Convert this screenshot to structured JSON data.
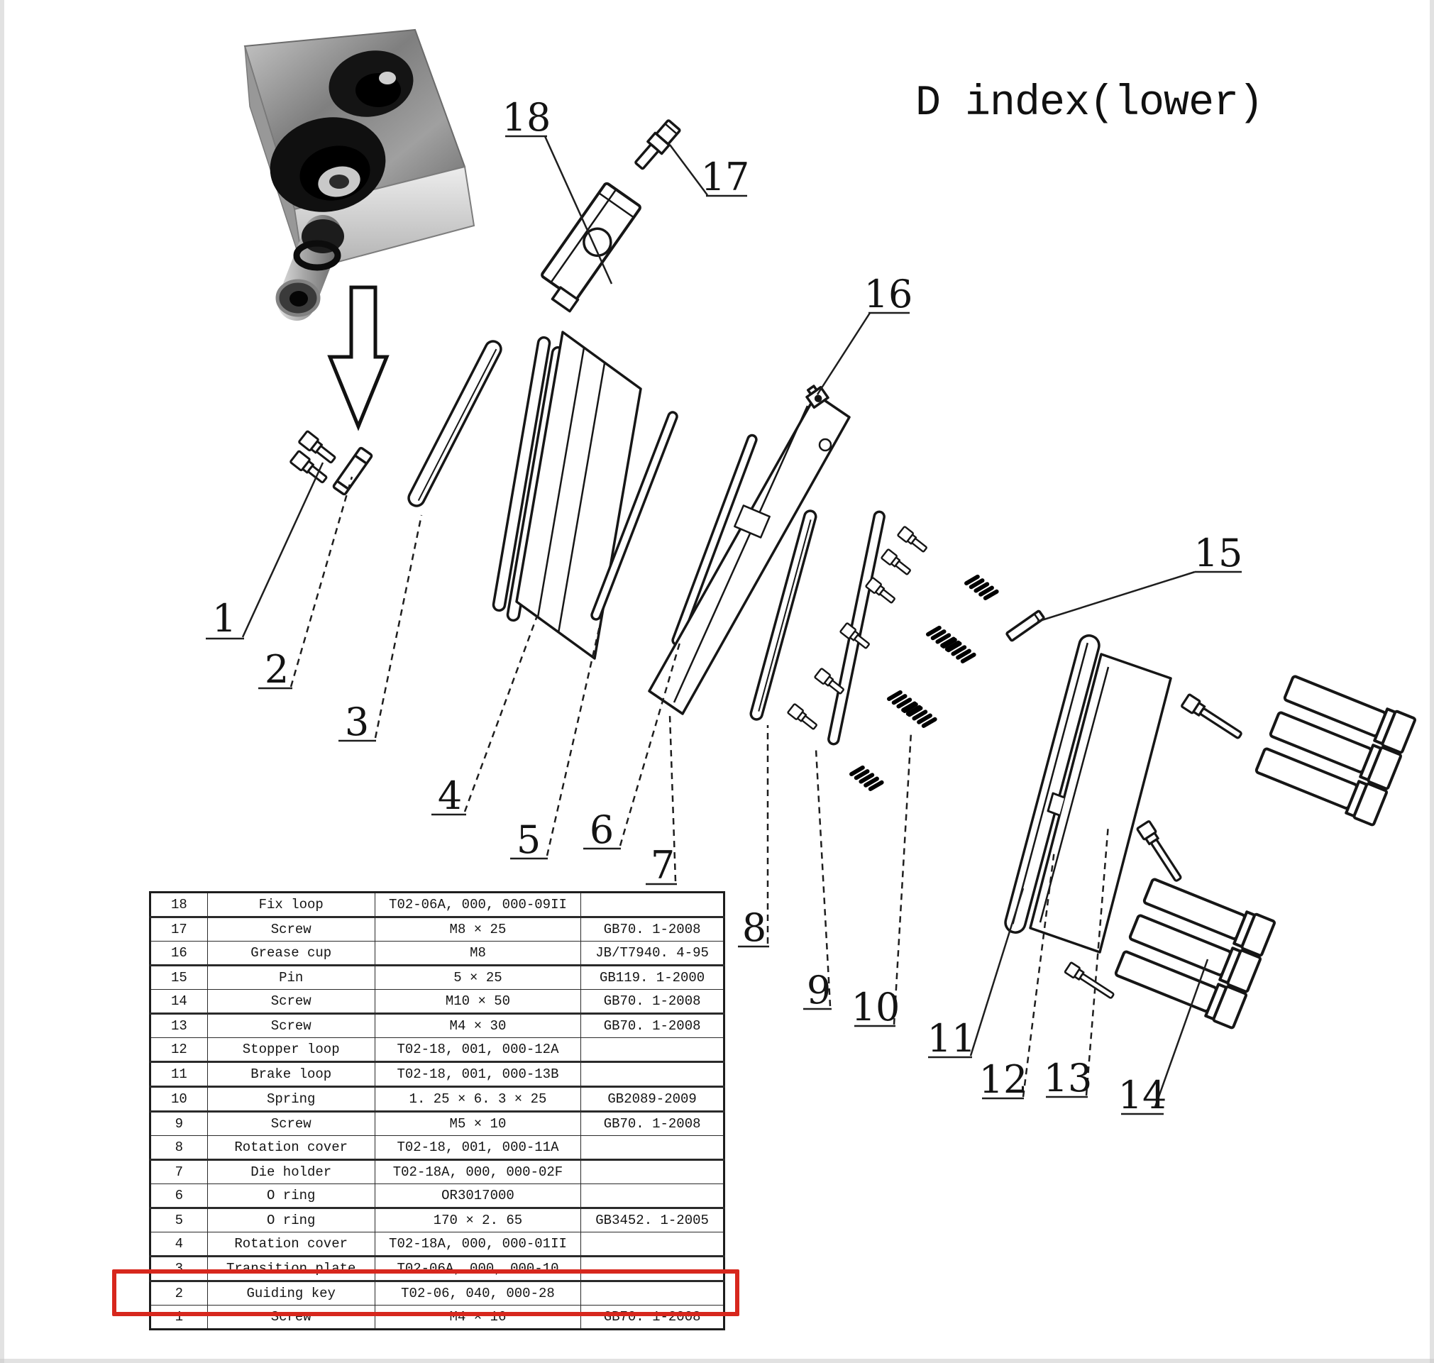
{
  "title": "D index(lower)",
  "callouts": [
    "1",
    "2",
    "3",
    "4",
    "5",
    "6",
    "7",
    "8",
    "9",
    "10",
    "11",
    "12",
    "13",
    "14",
    "15",
    "16",
    "17",
    "18"
  ],
  "diagram": {
    "highlight_color": "#d7271d",
    "line_color": "#161616"
  },
  "table": {
    "rows": [
      {
        "no": "18",
        "name": "Fix loop",
        "spec": "T02-06A, 000, 000-09II",
        "std": ""
      },
      {
        "no": "17",
        "name": "Screw",
        "spec": "M8 × 25",
        "std": "GB70. 1-2008"
      },
      {
        "no": "16",
        "name": "Grease cup",
        "spec": "M8",
        "std": "JB/T7940. 4-95"
      },
      {
        "no": "15",
        "name": "Pin",
        "spec": "5 × 25",
        "std": "GB119. 1-2000"
      },
      {
        "no": "14",
        "name": "Screw",
        "spec": "M10 × 50",
        "std": "GB70. 1-2008"
      },
      {
        "no": "13",
        "name": "Screw",
        "spec": "M4 × 30",
        "std": "GB70. 1-2008"
      },
      {
        "no": "12",
        "name": "Stopper loop",
        "spec": "T02-18, 001, 000-12A",
        "std": ""
      },
      {
        "no": "11",
        "name": "Brake loop",
        "spec": "T02-18, 001, 000-13B",
        "std": ""
      },
      {
        "no": "10",
        "name": "Spring",
        "spec": "1. 25 × 6. 3 × 25",
        "std": "GB2089-2009"
      },
      {
        "no": "9",
        "name": "Screw",
        "spec": "M5 × 10",
        "std": "GB70. 1-2008"
      },
      {
        "no": "8",
        "name": "Rotation cover",
        "spec": "T02-18, 001, 000-11A",
        "std": ""
      },
      {
        "no": "7",
        "name": "Die holder",
        "spec": "T02-18A, 000, 000-02F",
        "std": ""
      },
      {
        "no": "6",
        "name": "O ring",
        "spec": "OR3017000",
        "std": ""
      },
      {
        "no": "5",
        "name": "O ring",
        "spec": "170 × 2. 65",
        "std": "GB3452. 1-2005"
      },
      {
        "no": "4",
        "name": "Rotation cover",
        "spec": "T02-18A, 000, 000-01II",
        "std": ""
      },
      {
        "no": "3",
        "name": "Transition plate",
        "spec": "T02-06A, 000, 000-10",
        "std": ""
      },
      {
        "no": "2",
        "name": "Guiding key",
        "spec": "T02-06, 040, 000-28",
        "std": "",
        "highlighted": true
      },
      {
        "no": "1",
        "name": "Screw",
        "spec": "M4 × 16",
        "std": "GB70. 1-2008"
      }
    ]
  }
}
